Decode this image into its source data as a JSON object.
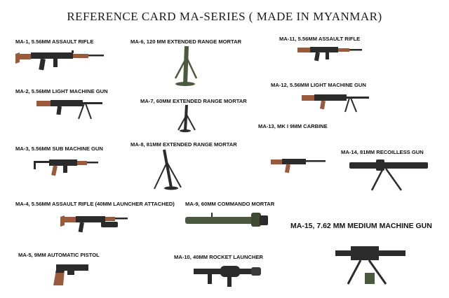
{
  "card": {
    "title": "REFERENCE CARD MA-SERIES ( MADE IN MYANMAR)"
  },
  "items": [
    {
      "label": "MA-1,  5.56MM  ASSAULT  RIFLE"
    },
    {
      "label": "MA-2,    5.56MM LIGHT MACHINE GUN"
    },
    {
      "label": "MA-3,  5.56MM SUB MACHINE GUN"
    },
    {
      "label": "MA-4, 5.56MM ASSAULT RIFLE (40MM LAUNCHER ATTACHED)"
    },
    {
      "label": "MA-5,   9MM  AUTOMATIC  PISTOL"
    },
    {
      "label": "MA-6,  120 MM EXTENDED RANGE MORTAR"
    },
    {
      "label": "MA-7,  60MM EXTENDED RANGE MORTAR"
    },
    {
      "label": "MA-8,   81MM EXTENDED RANGE MORTAR"
    },
    {
      "label": "MA-9,  60MM  COMMANDO MORTAR"
    },
    {
      "label": "MA-10,  40MM  ROCKET  LAUNCHER"
    },
    {
      "label": "MA-11,    5.56MM  ASSAULT   RIFLE"
    },
    {
      "label": "MA-12,     5.56MM   LIGHT   MACHINE  GUN"
    },
    {
      "label": "MA-13,   MK I   9MM  CARBINE"
    },
    {
      "label": "MA-14,     81MM  RECOILLESS  GUN"
    },
    {
      "label": "MA-15,    7.62 MM  MEDIUM  MACHINE GUN"
    }
  ],
  "colors": {
    "metal": "#2b2b2b",
    "wood": "#9a5a3c",
    "tube": "#4b5a3e"
  }
}
